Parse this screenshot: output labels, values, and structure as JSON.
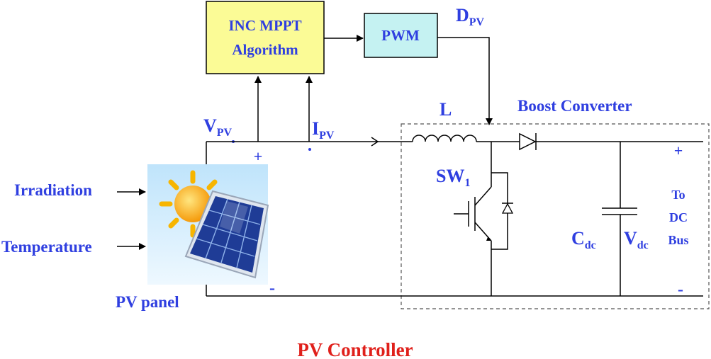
{
  "blocks": {
    "mppt_line1": "INC MPPT",
    "mppt_line2": "Algorithm",
    "pwm": "PWM"
  },
  "labels": {
    "d_main": "D",
    "d_sub": "PV",
    "v_main": "V",
    "v_sub": "PV",
    "i_main": "I",
    "i_sub": "PV",
    "inductor": "L",
    "boost": "Boost Converter",
    "sw_main": "SW",
    "sw_sub": "1",
    "c_main": "C",
    "c_sub": "dc",
    "vdc_main": "V",
    "vdc_sub": "dc",
    "to": "To",
    "dc": "DC",
    "bus": "Bus",
    "irradiation": "Irradiation",
    "temperature": "Temperature",
    "pv_panel": "PV panel",
    "plus_panel": "+",
    "minus_panel": "-",
    "plus_out": "+",
    "minus_out": "-",
    "controller": "PV Controller"
  },
  "colors": {
    "label_blue": "#2f3fe0",
    "title_red": "#e0201b",
    "mppt_fill": "#fbfb96",
    "pwm_fill": "#c5f2f2",
    "sun": "#f7a90c",
    "panel_cell": "#2a4aa8"
  },
  "icons": [
    "solar-panel-icon",
    "sun-icon",
    "inductor-symbol",
    "diode-symbol",
    "igbt-symbol",
    "capacitor-symbol"
  ]
}
